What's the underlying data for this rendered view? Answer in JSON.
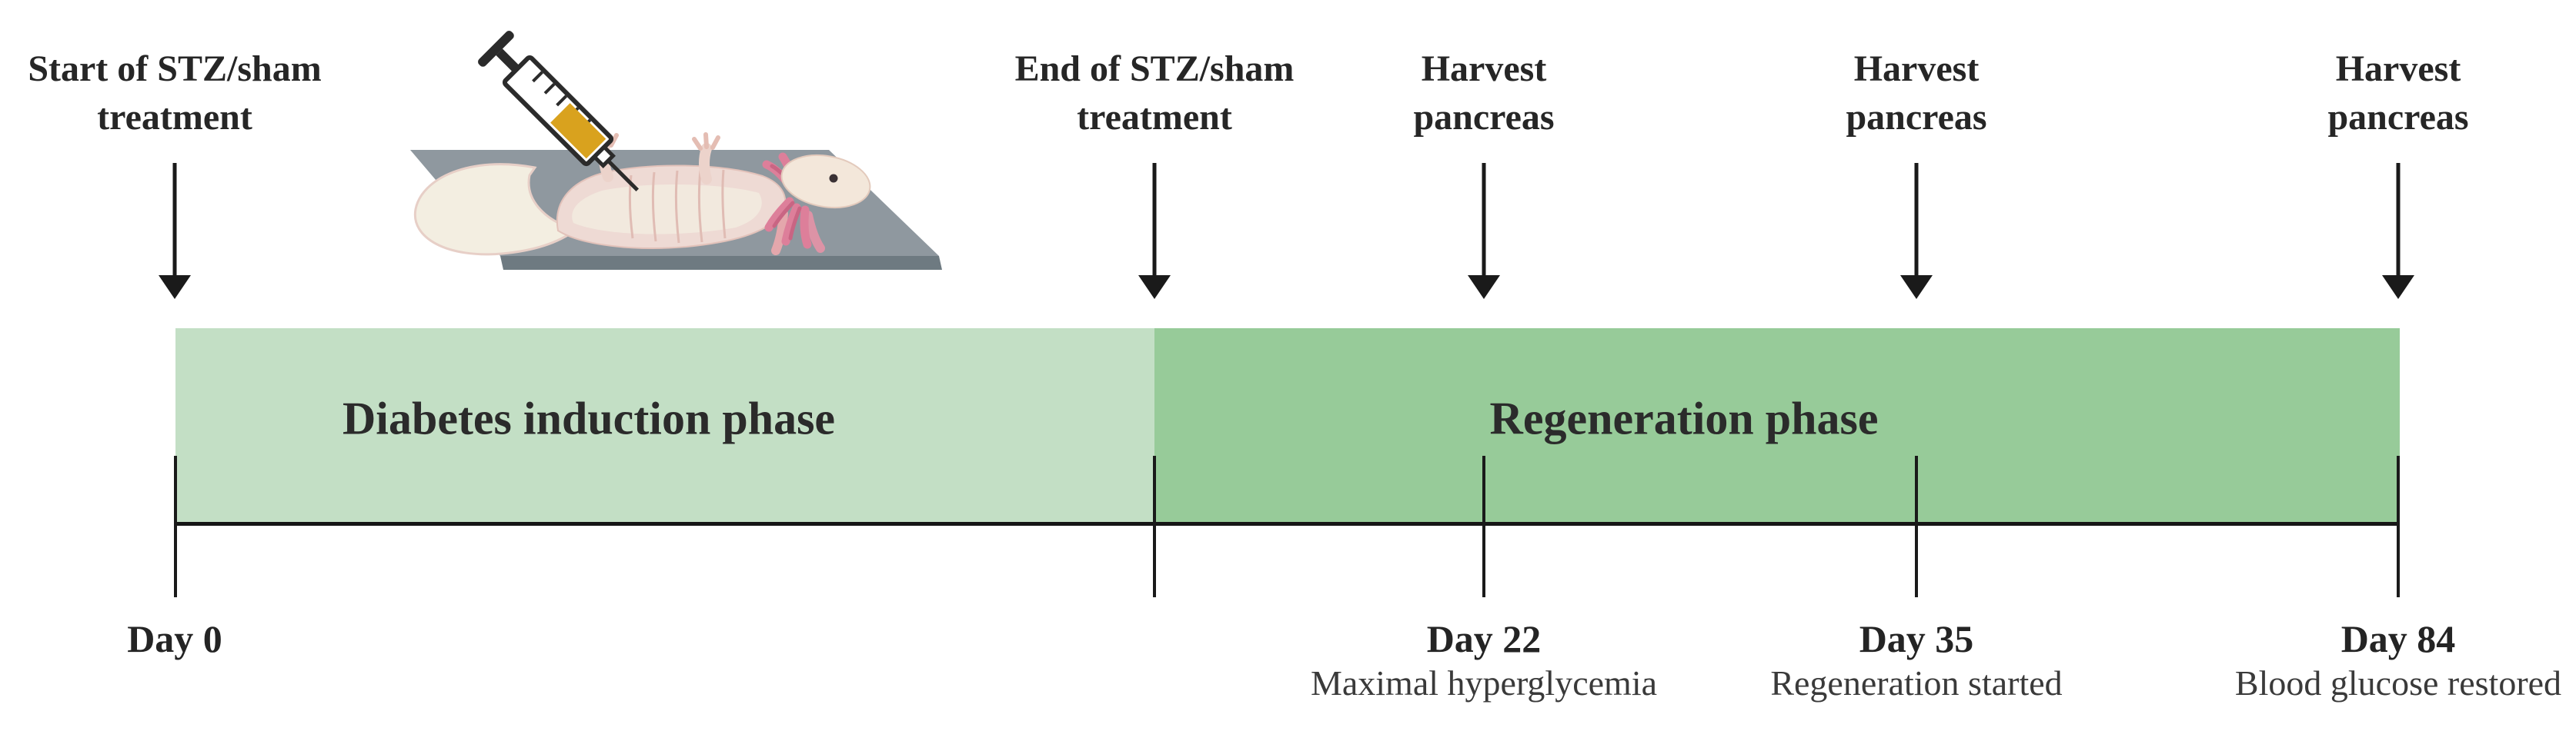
{
  "figure": {
    "description": "Experimental timeline of STZ-induced diabetes and pancreas regeneration in axolotl"
  },
  "phases": [
    {
      "label": "Diabetes induction phase",
      "color": "#c3dfc5"
    },
    {
      "label": "Regeneration phase",
      "color": "#97cb99"
    }
  ],
  "events": [
    {
      "label_line1": "Start of STZ/sham",
      "label_line2": "treatment",
      "day": "Day 0",
      "note": ""
    },
    {
      "label_line1": "End of STZ/sham",
      "label_line2": "treatment",
      "day": "",
      "note": ""
    },
    {
      "label_line1": "Harvest",
      "label_line2": "pancreas",
      "day": "Day 22",
      "note": "Maximal hyperglycemia"
    },
    {
      "label_line1": "Harvest",
      "label_line2": "pancreas",
      "day": "Day 35",
      "note": "Regeneration started"
    },
    {
      "label_line1": "Harvest",
      "label_line2": "pancreas",
      "day": "Day 84",
      "note": "Blood glucose restored"
    }
  ],
  "colors": {
    "phase_light_green": "#c3dfc5",
    "phase_dark_green": "#97cb99",
    "line_black": "#1a1a1a",
    "text": "#262626",
    "board_top_gray": "#8f989f",
    "board_edge_gray": "#6e7a81",
    "syringe_liquid_amber": "#d9a21e",
    "axolotl_body_pink": "#eedad4",
    "axolotl_belly_cream": "#f3eee1",
    "axolotl_gill_pink": "#dd7f9a",
    "axolotl_eye": "#3a3134"
  },
  "illustration": {
    "items": [
      "syringe-icon",
      "axolotl-figure",
      "dissection-board"
    ]
  }
}
